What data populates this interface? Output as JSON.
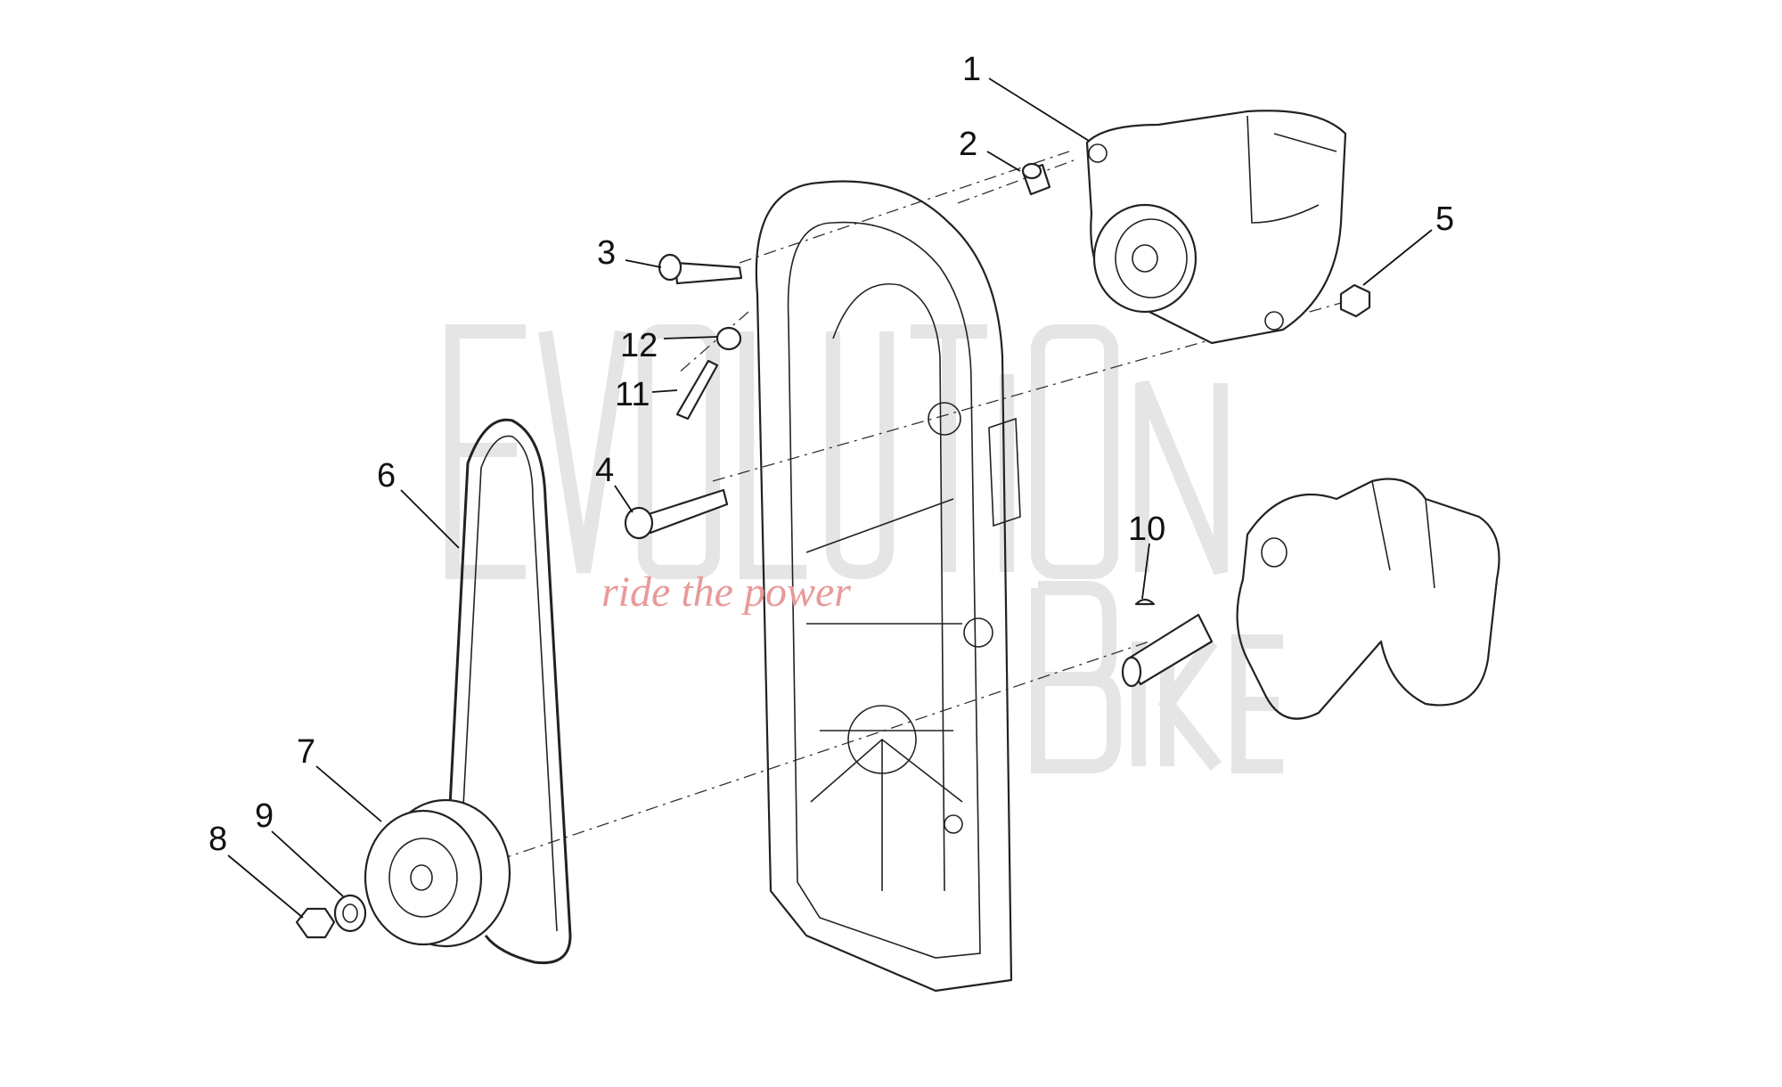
{
  "diagram": {
    "callouts": [
      "1",
      "2",
      "3",
      "4",
      "5",
      "6",
      "7",
      "8",
      "9",
      "10",
      "11",
      "12"
    ],
    "watermark": {
      "brand_top": "EVOLUTION",
      "brand_bottom": "BIKE",
      "tagline": "ride the power"
    },
    "colors": {
      "line": "#222222",
      "watermark": "#d9d9d9",
      "tagline": "#f2b8b8"
    }
  }
}
